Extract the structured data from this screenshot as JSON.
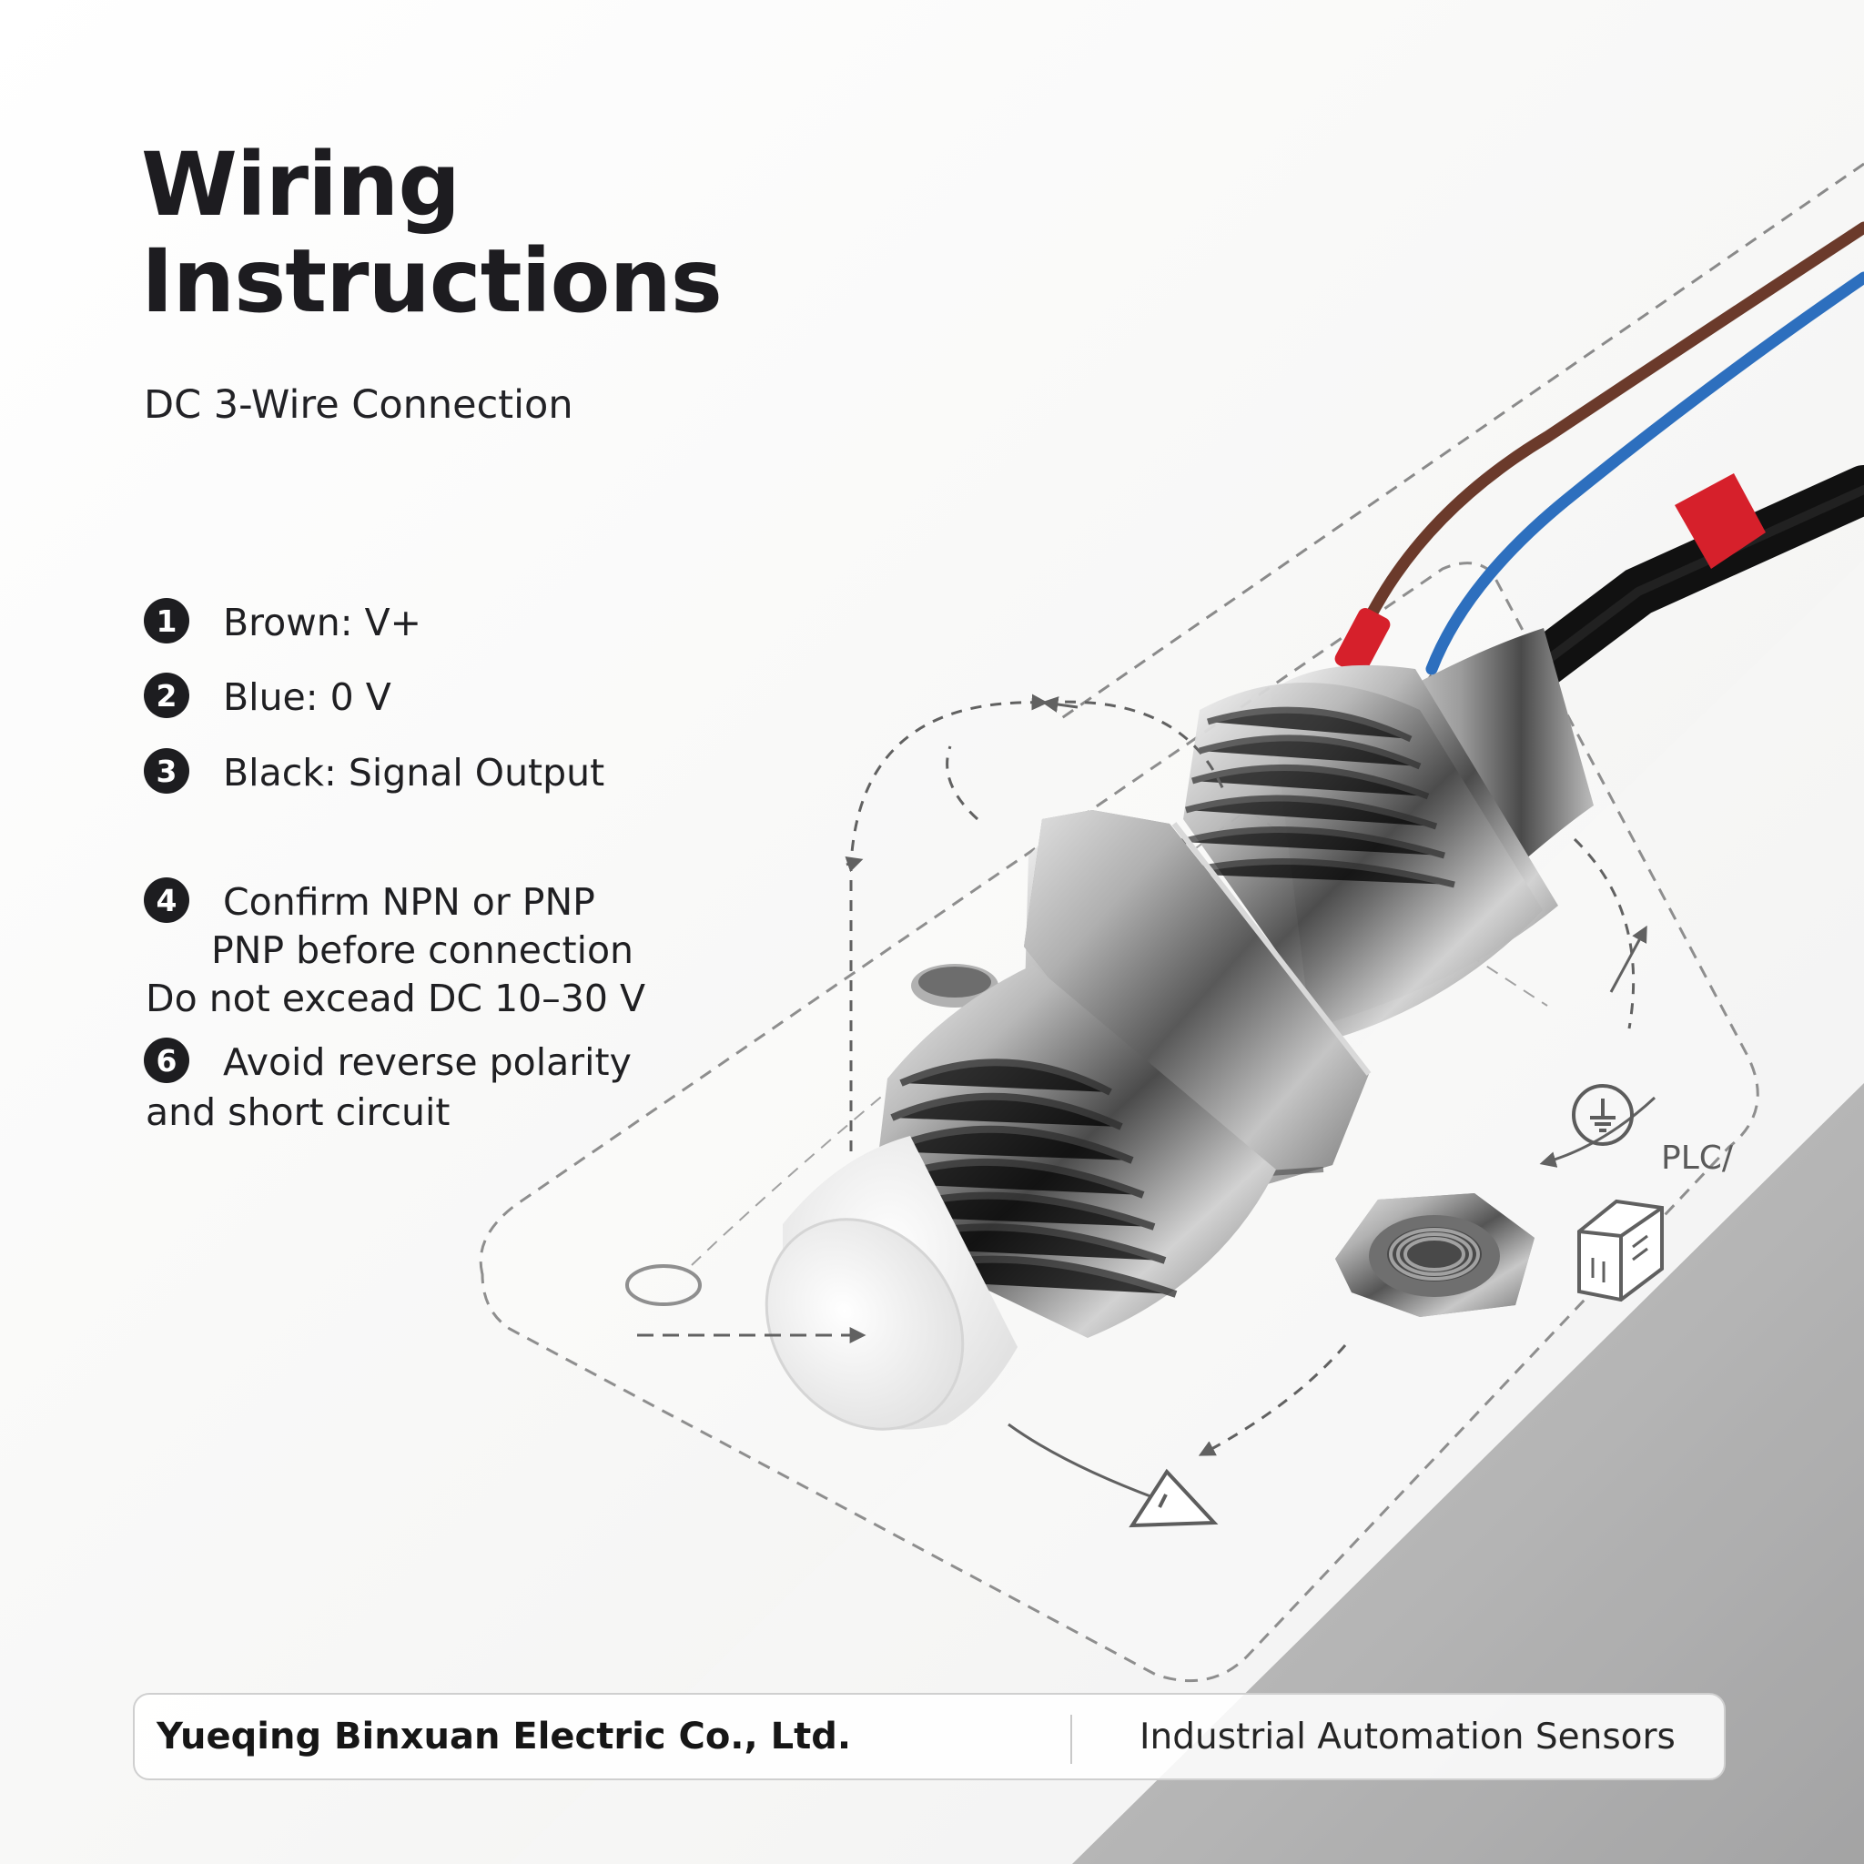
{
  "title": {
    "line1": "Wiring",
    "line2": "Instructions"
  },
  "subtitle": "DC 3-Wire Connection",
  "wiring_items": [
    {
      "number": "1",
      "text": "Brown: V+"
    },
    {
      "number": "2",
      "text": "Blue: 0 V"
    },
    {
      "number": "3",
      "text": "Black: Signal Output"
    }
  ],
  "notes": {
    "item4_number": "4",
    "item4_line1": "Confirm NPN or PNP",
    "item4_line2": "PNP before connection",
    "line_voltage": "Do not excead DC 10–30 V",
    "item6_number": "6",
    "item6_line1": "Avoid reverse polarity",
    "item6_line2": "and short circuit"
  },
  "diagram_labels": {
    "plc": "PLC/"
  },
  "footer": {
    "company": "Yueqing Binxuan Electric Co., Ltd.",
    "tagline": "Industrial Automation Sensors"
  },
  "colors": {
    "brown_wire": "#6b3a2b",
    "blue_wire": "#2d6fbe",
    "black_wire": "#1b1b1b",
    "red_ferrule": "#d6202b",
    "steel": "#9a9a9a",
    "sensor_face": "#f8f8f8"
  },
  "icons": {
    "ground_symbol": "ground-symbol-icon",
    "plc_module": "plc-module-icon"
  }
}
